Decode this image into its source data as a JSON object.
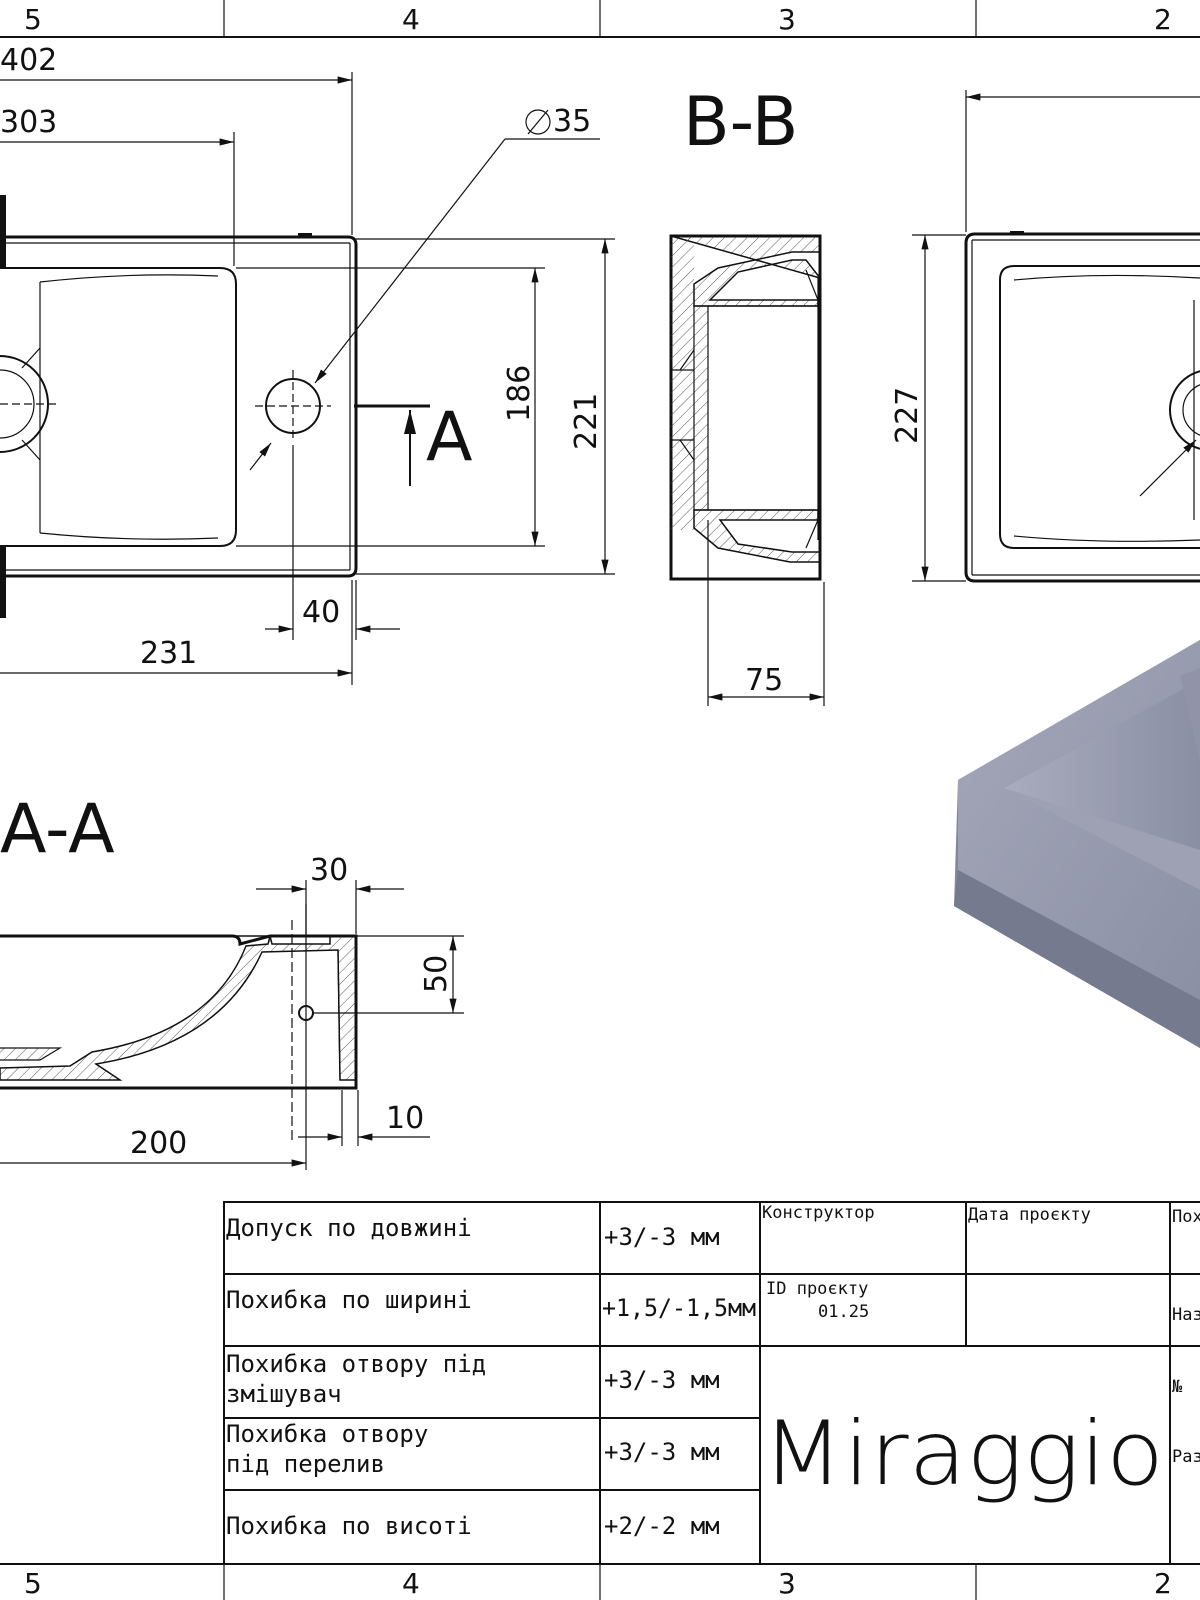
{
  "zone_numbers_top": [
    "5",
    "4",
    "3",
    "2"
  ],
  "zone_numbers_bottom": [
    "5",
    "4",
    "3",
    "2"
  ],
  "section_labels": {
    "bb": "B-B",
    "aa": "A-A",
    "a_marker": "A"
  },
  "dimensions": {
    "d402": "402",
    "d303": "303",
    "d35": "35",
    "d186": "186",
    "d221": "221",
    "d227": "227",
    "d40": "40",
    "d231": "231",
    "d75": "75",
    "d30": "30",
    "d50": "50",
    "d10": "10",
    "d200": "200"
  },
  "tolerances": [
    {
      "label_1": "Допуск по довжині",
      "label_2": "",
      "value": "+3/-3 мм"
    },
    {
      "label_1": "Похибка по ширині",
      "label_2": "",
      "value": "+1,5/-1,5мм"
    },
    {
      "label_1": "Похибка отвору під",
      "label_2": "змішувач",
      "value": "+3/-3 мм"
    },
    {
      "label_1": "Похибка отвору",
      "label_2": "під перелив",
      "value": "+3/-3 мм"
    },
    {
      "label_1": "Похибка по висоті",
      "label_2": "",
      "value": "+2/-2 мм"
    }
  ],
  "title_block": {
    "constructor_label": "Конструктор",
    "project_date_label": "Дата проєкту",
    "project_id_label": "ID проєкту",
    "project_id_value": "01.25",
    "brand": "Miraggio",
    "right_col": [
      "Пох",
      "Наз",
      "№",
      "Раз"
    ]
  },
  "colors": {
    "line": "#111111",
    "render_top": "#8f93a8",
    "render_side": "#7c8096",
    "render_inner": "#9a9db0"
  }
}
